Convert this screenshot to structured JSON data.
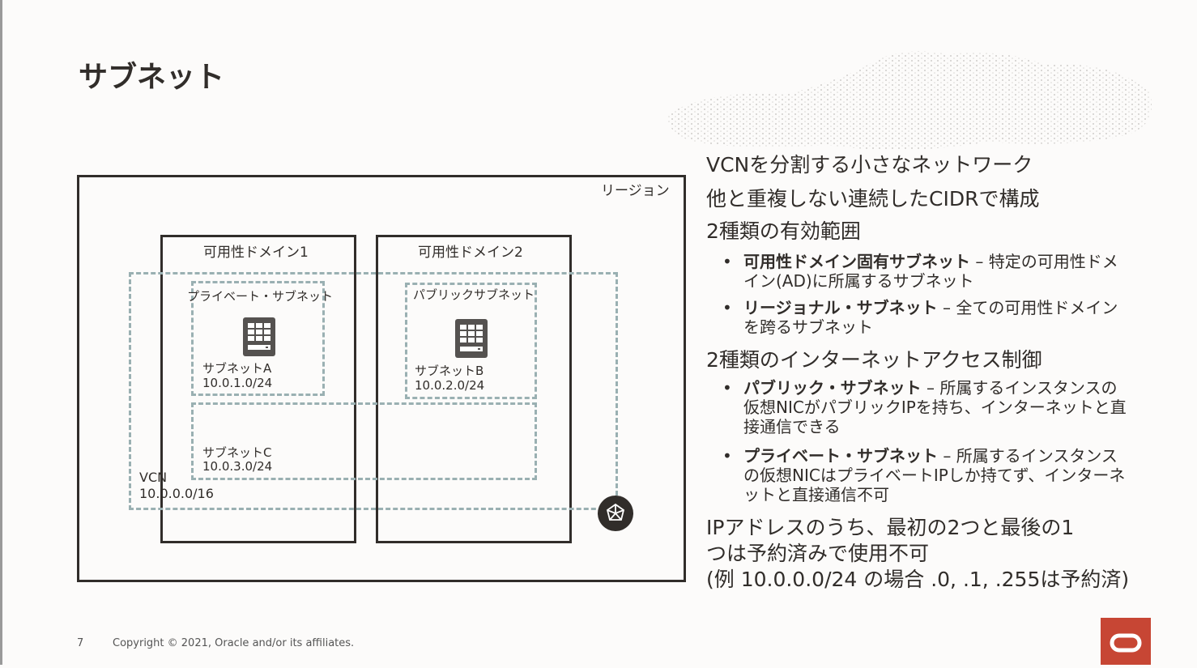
{
  "slide": {
    "title": "サブネット",
    "page_number": "7",
    "copyright": "Copyright © 2021, Oracle and/or its affiliates."
  },
  "diagram": {
    "region_label": "リージョン",
    "ad1_label": "可用性ドメイン1",
    "ad2_label": "可用性ドメイン2",
    "private_subnet_label": "プライベート・サブネット",
    "public_subnet_label": "パブリックサブネット",
    "subnet_a": {
      "name": "サブネットA",
      "cidr": "10.0.1.0/24"
    },
    "subnet_b": {
      "name": "サブネットB",
      "cidr": "10.0.2.0/24"
    },
    "subnet_c": {
      "name": "サブネットC",
      "cidr": "10.0.3.0/24"
    },
    "vcn": {
      "name": "VCN",
      "cidr": "10.0.0.0/16"
    },
    "icons": [
      "server-icon",
      "server-icon",
      "internet-gateway-icon"
    ],
    "colors": {
      "dashed_border": "#9ab0b2",
      "accent": "#c74634",
      "text": "#312d2a"
    }
  },
  "content": {
    "line1": "VCNを分割する小さなネットワーク",
    "line2": "他と重複しない連続したCIDRで構成",
    "line3": "2種類の有効範囲",
    "bullet1_bold": "可用性ドメイン固有サブネット",
    "bullet1_text": " – 特定の可用性ドメイン(AD)に所属するサブネット",
    "bullet2_bold": "リージョナル・サブネット",
    "bullet2_text": " – 全ての可用性ドメインを跨るサブネット",
    "line4": "2種類のインターネットアクセス制御",
    "bullet3_bold": "パブリック・サブネット",
    "bullet3_text": " – 所属するインスタンスの仮想NICがパブリックIPを持ち、インターネットと直接通信できる",
    "bullet4_bold": "プライベート・サブネット",
    "bullet4_text": " – 所属するインスタンスの仮想NICはプライベートIPしか持てず、インターネットと直接通信不可",
    "line5a": "IPアドレスのうち、最初の2つと最後の1",
    "line5b": "つは予約済みで使用不可",
    "line5c": "(例 10.0.0.0/24 の場合 .0, .1, .255は予約済)"
  }
}
